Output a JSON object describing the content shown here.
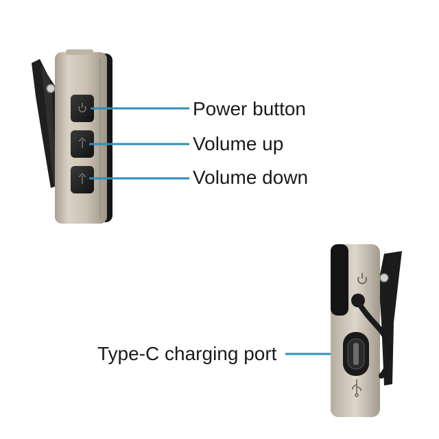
{
  "labels": {
    "power": "Power button",
    "volume_up": "Volume up",
    "volume_down": "Volume down",
    "typec": "Type-C charging port"
  },
  "colors": {
    "leader_line": "#2e8eb7",
    "body_metal": "#c8bfb2",
    "clip_black": "#1c1c1c"
  },
  "icons": [
    "power-icon",
    "volume-up-icon",
    "volume-down-icon",
    "usb-icon"
  ]
}
